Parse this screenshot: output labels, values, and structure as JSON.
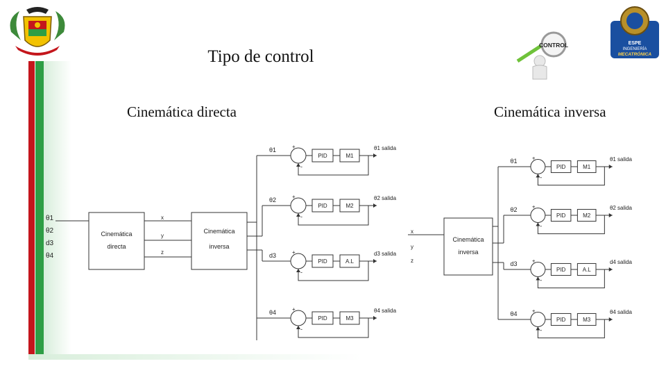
{
  "slide": {
    "title": "Tipo de control",
    "subtitle_left": "Cinemática directa",
    "subtitle_right": "Cinemática inversa"
  },
  "logos": {
    "left": "university-crest-icon",
    "center": "control-magnifier-figure",
    "center_text": "CONTROL",
    "right": "espe-mecatronica-badge",
    "right_text_1": "ESPE",
    "right_text_2": "INGENIERÍA",
    "right_text_3": "MECATRÓNICA"
  },
  "colors": {
    "red": "#c4161c",
    "green": "#2e9e45",
    "badge_blue": "#1a4fa0"
  },
  "diagram_left": {
    "inputs": [
      "θ1",
      "θ2",
      "d3",
      "θ4"
    ],
    "direct_block": [
      "Cinemática",
      "directa"
    ],
    "xyz": [
      "x",
      "y",
      "z"
    ],
    "inverse_block": [
      "Cinemática",
      "inversa"
    ],
    "loops": [
      {
        "ref": "θ1",
        "ctrl": "PID",
        "act": "M1",
        "out": "θ1 salida"
      },
      {
        "ref": "θ2",
        "ctrl": "PID",
        "act": "M2",
        "out": "θ2 salida"
      },
      {
        "ref": "d3",
        "ctrl": "PID",
        "act": "A.L",
        "out": "d3 salida"
      },
      {
        "ref": "θ4",
        "ctrl": "PID",
        "act": "M3",
        "out": "θ4 salida"
      }
    ]
  },
  "diagram_right": {
    "xyz": [
      "x",
      "y",
      "z"
    ],
    "inverse_block": [
      "Cinemática",
      "inversa"
    ],
    "loops": [
      {
        "ref": "θ1",
        "ctrl": "PID",
        "act": "M1",
        "out": "θ1 salida"
      },
      {
        "ref": "θ2",
        "ctrl": "PID",
        "act": "M2",
        "out": "θ2 salida"
      },
      {
        "ref": "d3",
        "ctrl": "PID",
        "act": "A.L",
        "out": "d4 salida"
      },
      {
        "ref": "θ4",
        "ctrl": "PID",
        "act": "M3",
        "out": "θ4 salida"
      }
    ]
  },
  "signs": {
    "plus": "+",
    "minus": "-"
  }
}
